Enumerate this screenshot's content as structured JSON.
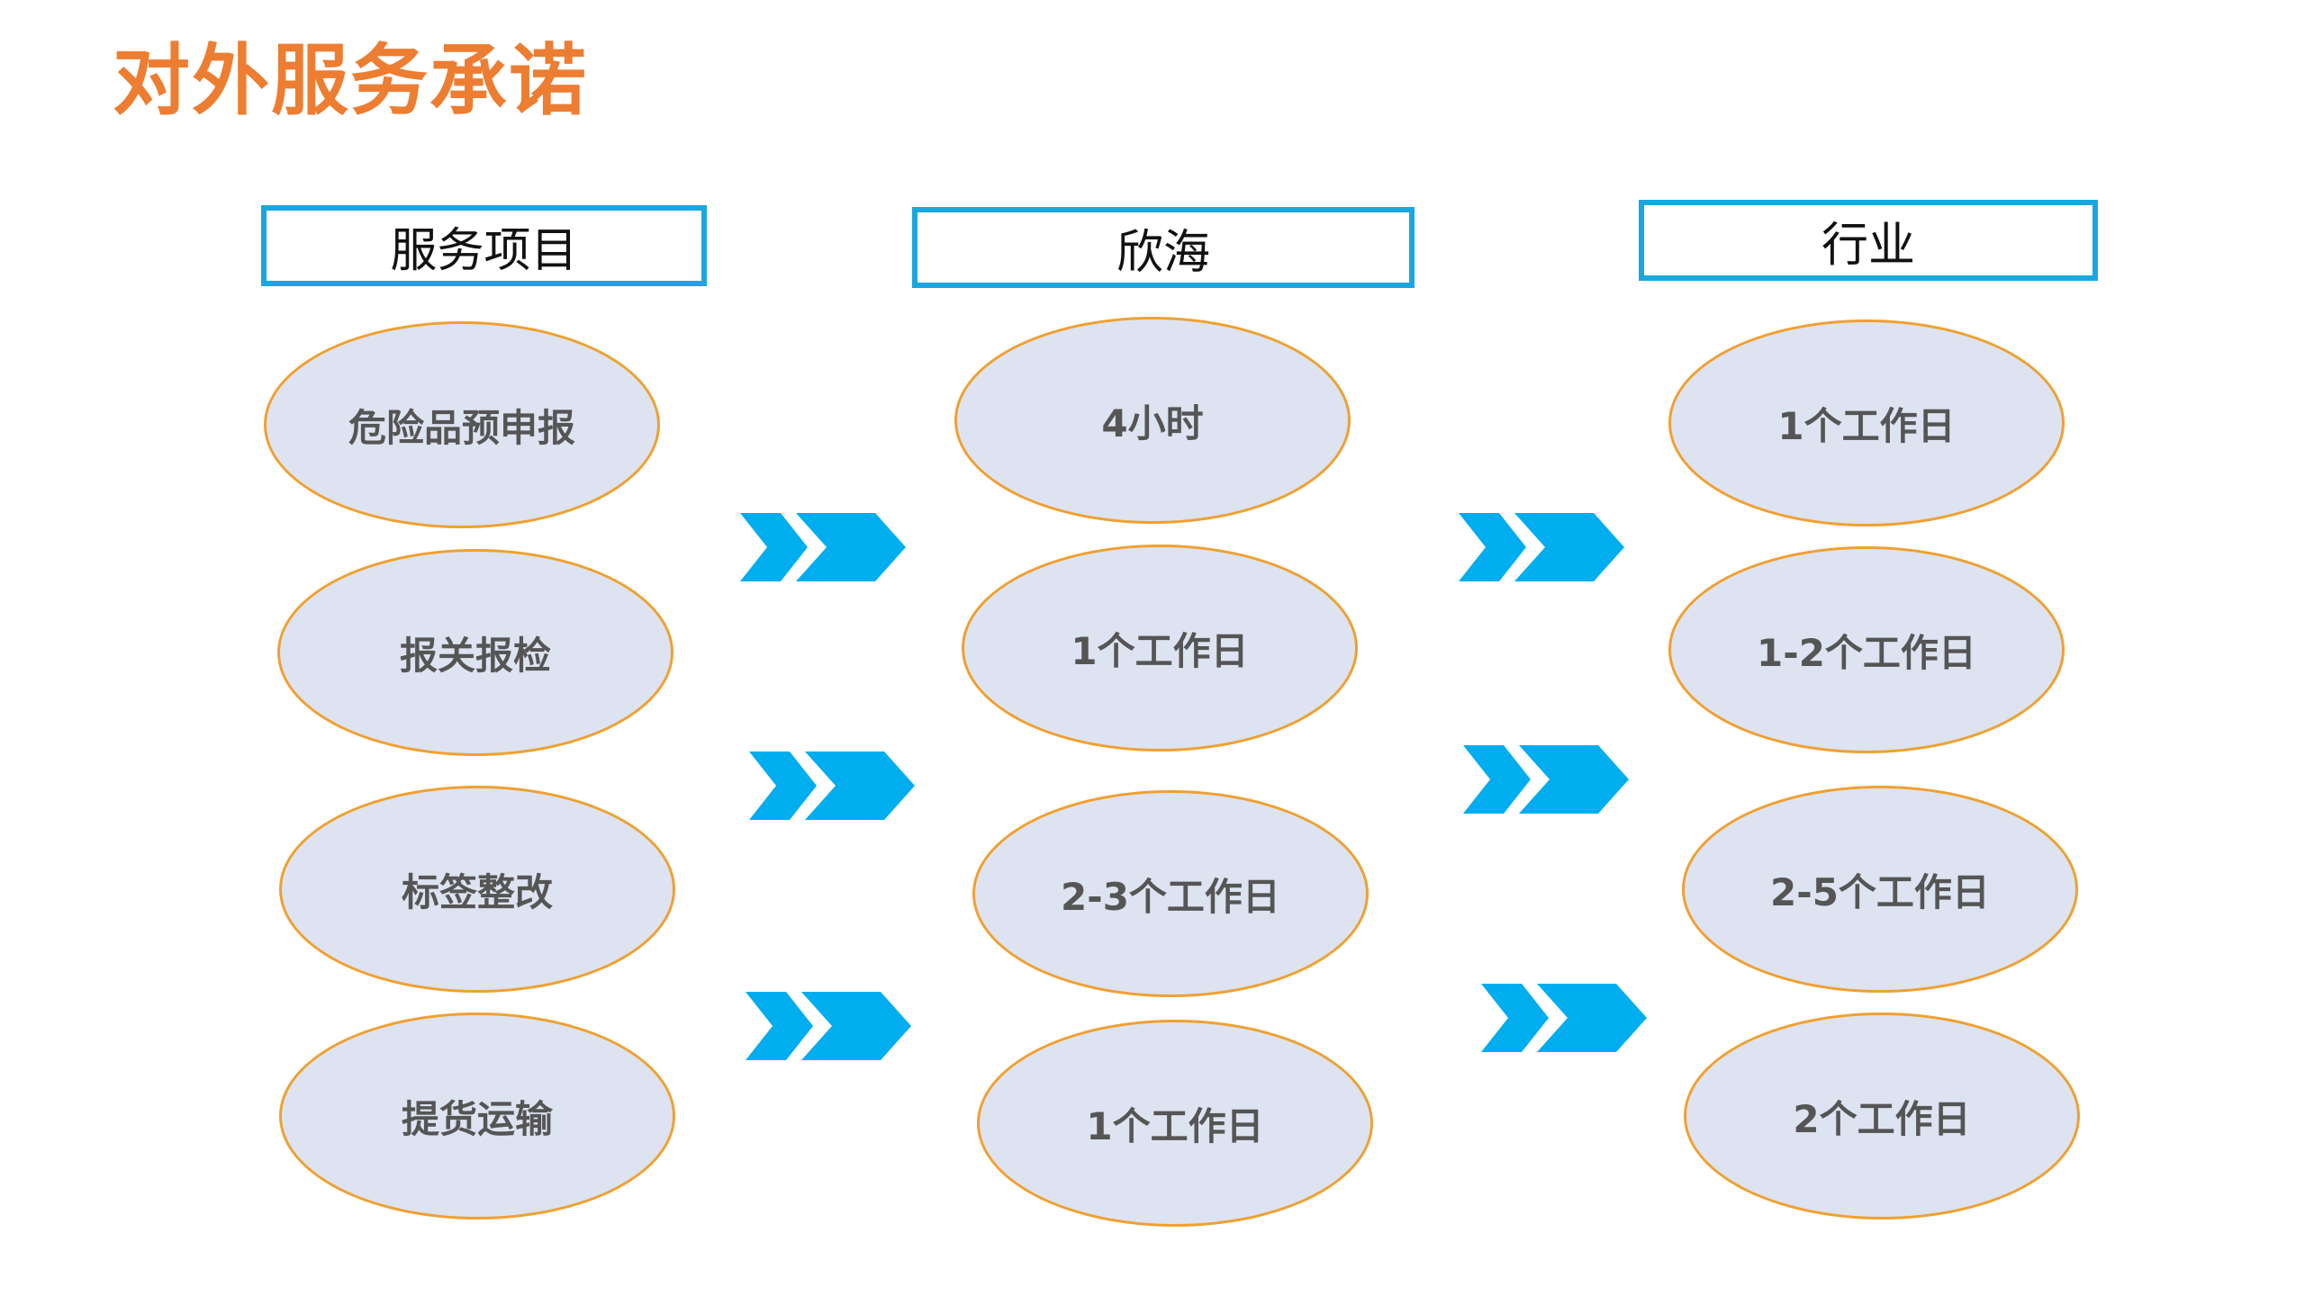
{
  "title": "对外服务承诺",
  "headers": {
    "services": "服务项目",
    "xinhai": "欣海",
    "industry": "行业"
  },
  "services": [
    "危险品预申报",
    "报关报检",
    "标签整改",
    "提货运输"
  ],
  "xinhai": [
    "4小时",
    "1个工作日",
    "2-3个工作日",
    "1个工作日"
  ],
  "industry": [
    "1个工作日",
    "1-2个工作日",
    "2-5个工作日",
    "2个工作日"
  ],
  "colors": {
    "title": "#ED7D31",
    "header_border": "#1AA7E0",
    "arrow": "#00AEEF",
    "oval_fill": "#DDE3F1",
    "oval_border": "#F0A030"
  },
  "icons": {
    "arrow": "double-chevron-right-icon"
  }
}
